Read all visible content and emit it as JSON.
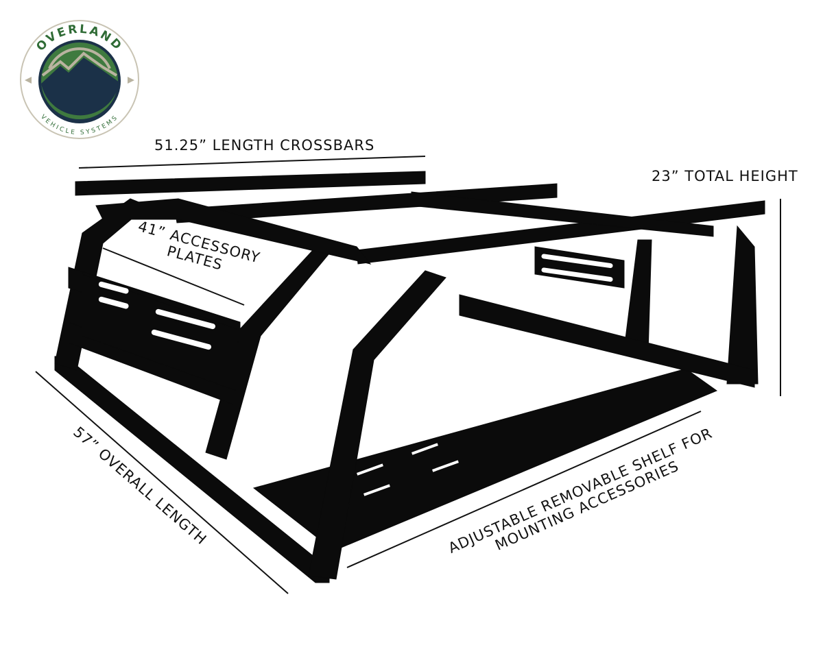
{
  "logo": {
    "line1": "OVERLAND",
    "line2": "VEHICLE SYSTEMS",
    "colors": {
      "green": "#3f7a3f",
      "navy": "#1b3148",
      "tan": "#b9b3a0"
    }
  },
  "labels": {
    "crossbars": "51.25” LENGTH CROSSBARS",
    "height": "23”  TOTAL HEIGHT",
    "plates_1": "41”  ACCESSORY",
    "plates_2": "PLATES",
    "length": "57” OVERALL LENGTH",
    "shelf_1": "ADJUSTABLE REMOVABLE SHELF FOR",
    "shelf_2": "MOUNTING ACCESSORIES"
  },
  "product_color": "#0b0b0b"
}
